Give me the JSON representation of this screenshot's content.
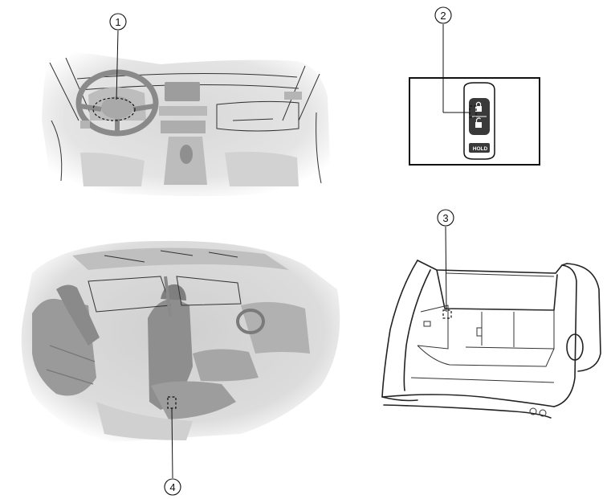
{
  "callouts": [
    {
      "id": "1",
      "label": "1"
    },
    {
      "id": "2",
      "label": "2"
    },
    {
      "id": "3",
      "label": "3"
    },
    {
      "id": "4",
      "label": "4"
    }
  ],
  "key_fob": {
    "hold_label": "HOLD"
  },
  "colors": {
    "ink": "#111111",
    "shade_light": "#e6e6e6",
    "shade_mid": "#c9c9c9",
    "shade_dark": "#9a9a9a"
  }
}
